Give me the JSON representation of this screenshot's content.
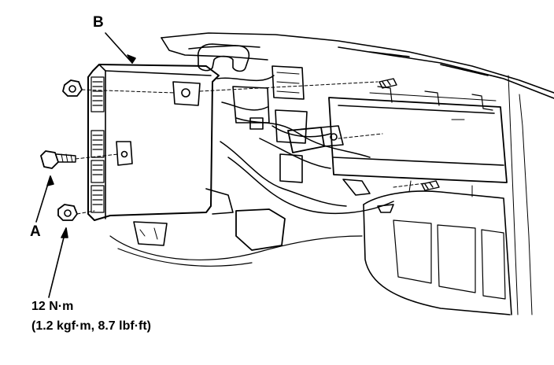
{
  "labels": {
    "b": "B",
    "a": "A"
  },
  "torque": {
    "line1": "12 N·m",
    "line2": "(1.2 kgf·m, 8.7 lbf·ft)"
  },
  "colors": {
    "ink": "#000000",
    "paper": "#ffffff"
  }
}
